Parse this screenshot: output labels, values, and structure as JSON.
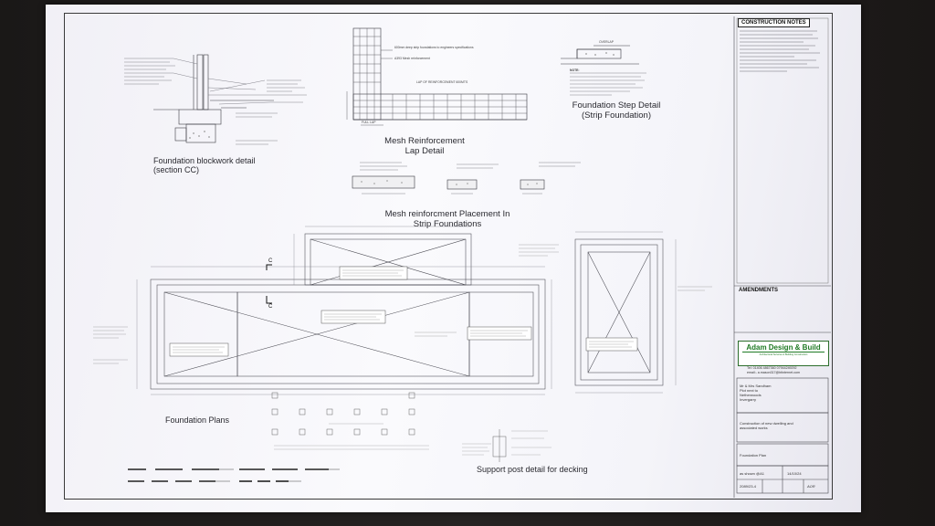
{
  "titles": {
    "blockwork": [
      "Foundation blockwork detail",
      "(section CC)"
    ],
    "mesh_lap": [
      "Mesh Reinforcement",
      "Lap Detail"
    ],
    "step": [
      "Foundation Step Detail",
      "(Strip Foundation)"
    ],
    "placement": [
      "Mesh reinforcment Placement In",
      "Strip Foundations"
    ],
    "plans": "Foundation Plans",
    "support": "Support post detail for decking"
  },
  "annotations": {
    "mesh_top": "600mm deep strip foundations to engineers specifications",
    "mesh_a393": "A393 Mesh reinforcement",
    "lap_reinforce": "LAP OF REINFORCEMENT 600MTS",
    "full_lap": "FULL LAP",
    "overlap": "OVERLAP",
    "note_head": "NOTE:",
    "section_mark": "C"
  },
  "title_block": {
    "construction_notes": "CONSTRUCTION NOTES",
    "amendments": "AMENDMENTS",
    "company": "Adam Design & Build",
    "company_tag": "Architectural Services & Building Construction",
    "phone": "Tel: 01406 4867360 07944249292",
    "email": "email:- a.mason317@btinternet.com",
    "client_lines": [
      "Mr & Mrs Sandham",
      "Plot next to",
      "Netherwoods",
      "Invergarry"
    ],
    "job_lines": [
      "Construction of new dwelling and",
      "associated works"
    ],
    "drawing": "Foundation Plan",
    "scale_label": "as shown @A1",
    "date": "14/10/24",
    "drawing_no": "2089/23-4",
    "drawn": "AOR"
  }
}
